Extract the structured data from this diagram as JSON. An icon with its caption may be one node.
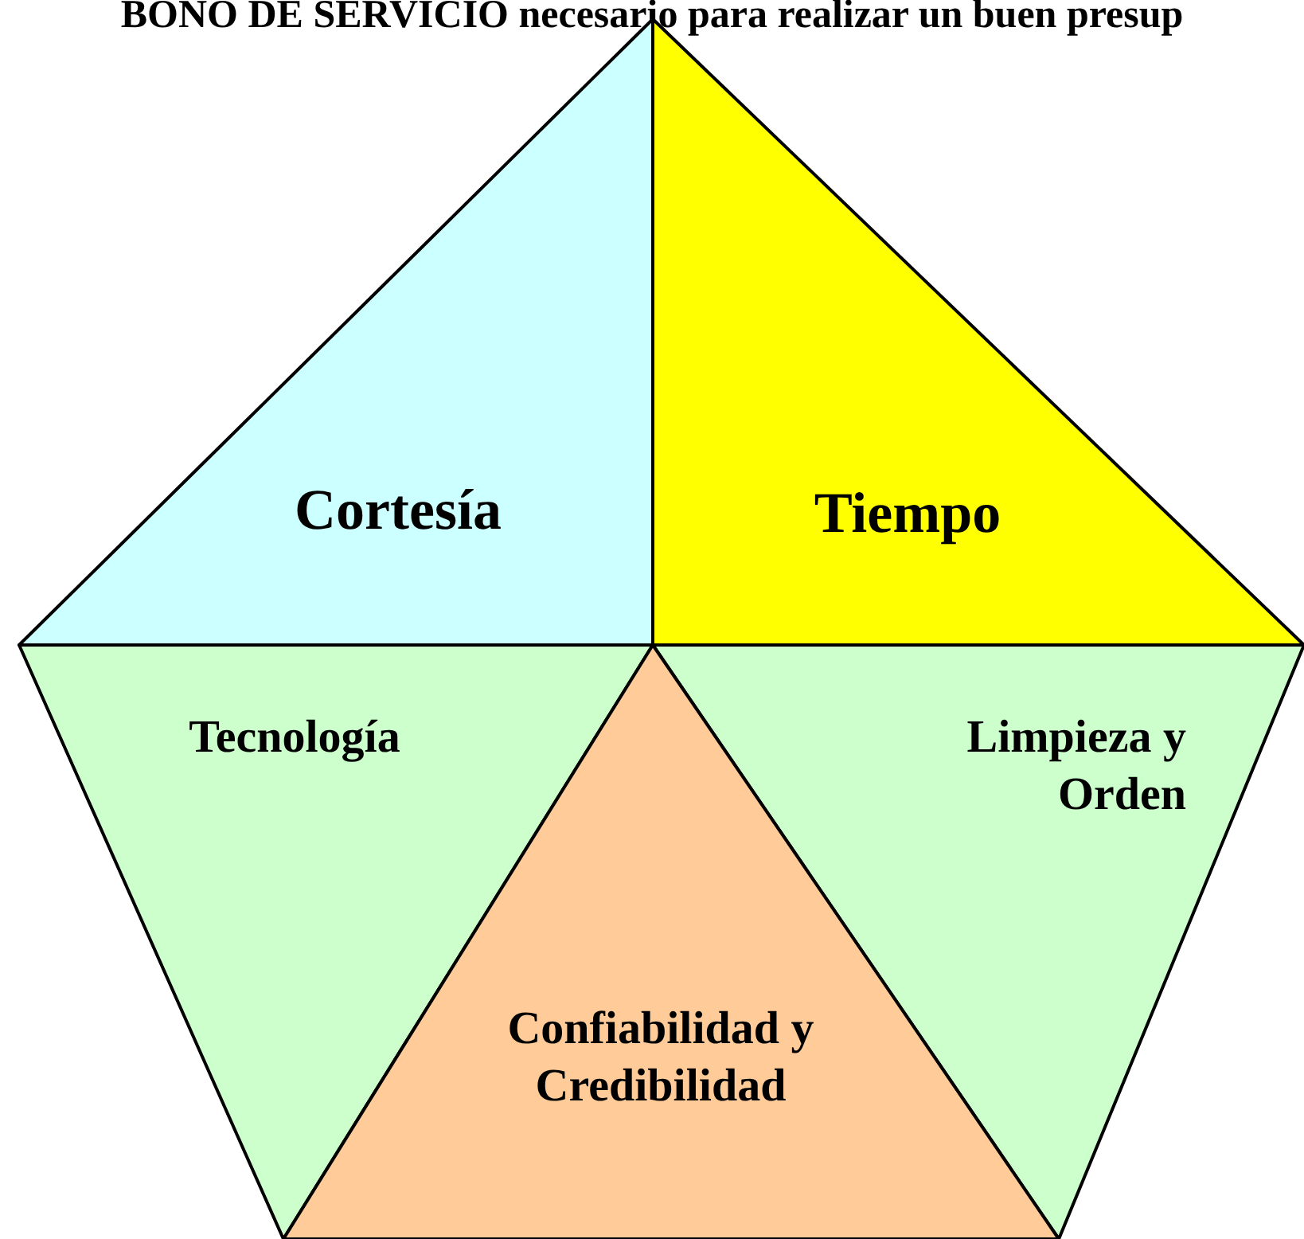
{
  "diagram": {
    "title": "BONO DE SERVICIO necesario para realizar un buen presup",
    "nodes": [
      {
        "text": [
          "Cortesía"
        ]
      },
      {
        "text": [
          "Tiempo"
        ]
      },
      {
        "text": [
          "Tecnología"
        ]
      },
      {
        "text": [
          "Limpieza y Orden"
        ]
      },
      {
        "text": [
          "Confiabilidad y Credibilidad"
        ]
      }
    ],
    "edges": []
  }
}
